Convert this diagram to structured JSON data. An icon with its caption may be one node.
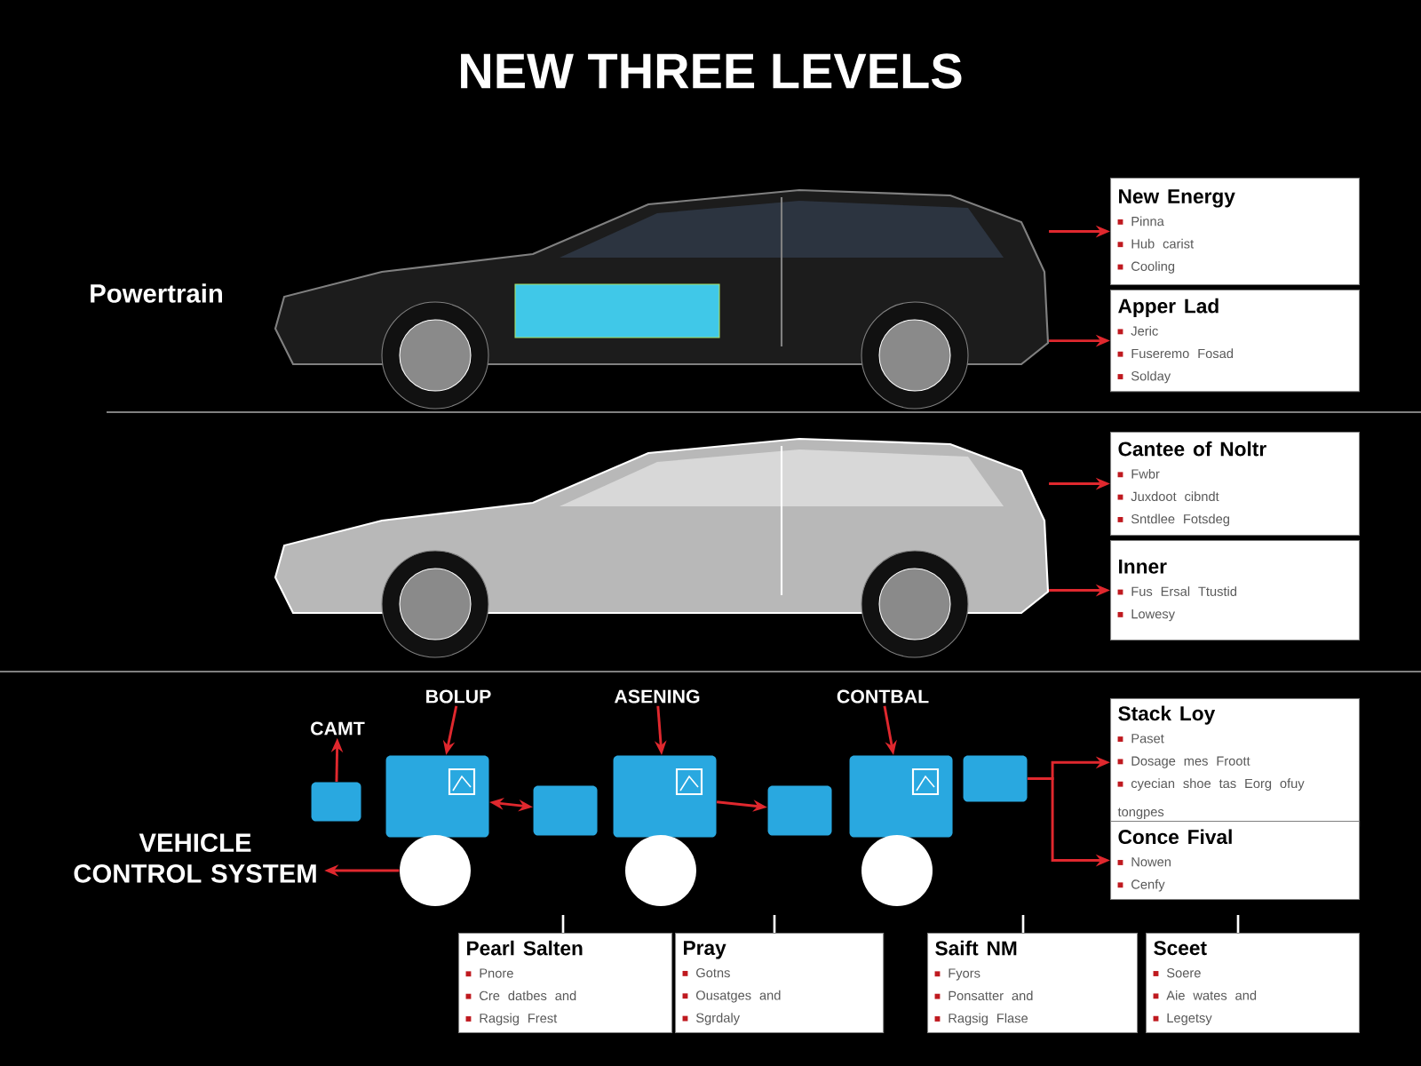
{
  "diagram": {
    "title": "NEW THREE LEVELS",
    "nodes": [
      {
        "text": [],
        "shape": "picture"
      },
      {
        "text": [
          "New Energy",
          "Pinna",
          "Hub carist",
          "Cooling"
        ]
      },
      {
        "text": [
          "Apper Lad",
          "Jeric",
          "Fuseremo Fosad",
          "Solday"
        ]
      },
      {
        "text": [],
        "shape": "picture"
      },
      {
        "text": [
          "Cantee of Noltr",
          "Fwbr",
          "Juxdoot cibndt",
          "Sntdlee Fotsdeg"
        ]
      },
      {
        "text": [
          "Inner",
          "Fus Ersal Ttustid",
          "Lowesy"
        ]
      },
      {
        "text": [
          "CAMT"
        ]
      },
      {
        "text": [
          "BOLUP"
        ]
      },
      {
        "text": [
          "ASENING"
        ]
      },
      {
        "text": [
          "CONTBAL"
        ]
      },
      {
        "text": [],
        "shape": "box"
      },
      {
        "text": [],
        "shape": "box"
      },
      {
        "text": [],
        "shape": "box"
      },
      {
        "text": [],
        "shape": "box"
      },
      {
        "text": [],
        "shape": "box"
      },
      {
        "text": [],
        "shape": "box"
      },
      {
        "text": [],
        "shape": "box"
      },
      {
        "text": [
          "Stack Loy",
          "Paset",
          "Dosage mes Froott",
          "cyecian shoe tas Eorg ofuy tongpes"
        ]
      },
      {
        "text": [
          "Conce Fival",
          "Nowen",
          "Cenfy"
        ]
      },
      {
        "text": [
          "VEHICLE CONTROL SYSTEM"
        ]
      },
      {
        "text": [],
        "shape": "circle"
      },
      {
        "text": [],
        "shape": "circle"
      },
      {
        "text": [],
        "shape": "circle"
      },
      {
        "text": [
          "Pearl Salten",
          "Pnore",
          "Cre datbes and",
          "Ragsig Frest"
        ]
      },
      {
        "text": [
          "Pray",
          "Gotns",
          "Ousatges and",
          "Sgrdaly"
        ]
      },
      {
        "text": [
          "Saift NM",
          "Fyors",
          "Ponsatter and",
          "Ragsig Flase"
        ]
      },
      {
        "text": [
          "Sceet",
          "Soere",
          "Aie wates and",
          "Legetsy"
        ]
      }
    ],
    "edges": [
      {
        "from": 0,
        "to": 1,
        "arrow": "to"
      },
      {
        "from": 0,
        "to": 2,
        "arrow": "to"
      },
      {
        "from": 3,
        "to": 4,
        "arrow": "to"
      },
      {
        "from": 3,
        "to": 5,
        "arrow": "to"
      },
      {
        "from": 10,
        "to": 6,
        "arrow": "to"
      },
      {
        "from": 7,
        "to": 11,
        "arrow": "to"
      },
      {
        "from": 8,
        "to": 13,
        "arrow": "to"
      },
      {
        "from": 9,
        "to": 15,
        "arrow": "to"
      },
      {
        "from": 11,
        "to": 12,
        "arrow": "both"
      },
      {
        "from": 13,
        "to": 14,
        "arrow": "to"
      },
      {
        "from": 16,
        "to": 17,
        "arrow": "to"
      },
      {
        "from": 16,
        "to": 18,
        "arrow": "to"
      },
      {
        "from": 20,
        "to": 19,
        "arrow": "to"
      }
    ],
    "labels": [
      "Powertrain"
    ]
  }
}
